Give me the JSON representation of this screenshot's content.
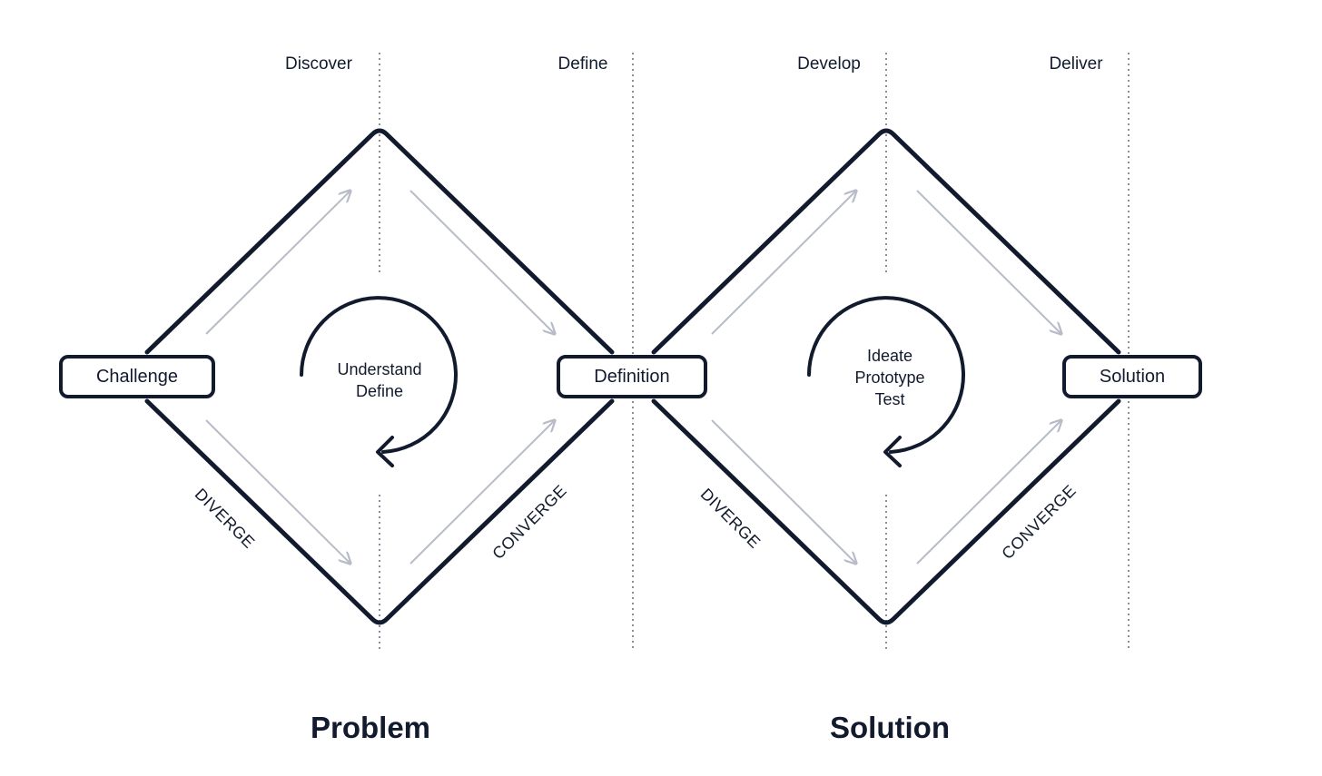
{
  "phases": [
    "Discover",
    "Define",
    "Develop",
    "Deliver"
  ],
  "nodes": {
    "challenge": "Challenge",
    "definition": "Definition",
    "solution": "Solution"
  },
  "loops": {
    "problem": [
      "Understand",
      "Define"
    ],
    "solution": [
      "Ideate",
      "Prototype",
      "Test"
    ]
  },
  "edge_labels": {
    "diverge": "DIVERGE",
    "converge": "CONVERGE"
  },
  "titles": {
    "problem": "Problem",
    "solution": "Solution"
  },
  "colors": {
    "ink": "#121a2e",
    "arrow": "#b8bcc8",
    "divider": "#8a8f9c"
  }
}
